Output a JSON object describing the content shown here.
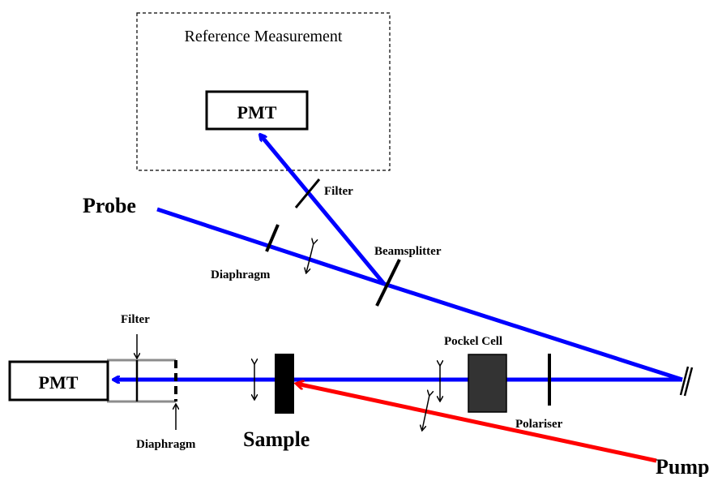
{
  "colors": {
    "probe_beam": "#0000ff",
    "pump_beam": "#ff0000",
    "pockel_cell_fill": "#333333",
    "tube": "#8c8c8c",
    "outline": "#000000"
  },
  "reference_box": {
    "title": "Reference Measurement",
    "detector_label": "PMT"
  },
  "labels": {
    "probe": "Probe",
    "pump": "Pump",
    "sample": "Sample",
    "beamsplitter": "Beamsplitter",
    "filter_reference": "Filter",
    "diaphragm_probe": "Diaphragm",
    "filter_detector": "Filter",
    "diaphragm_detector": "Diaphragm",
    "pockel_cell": "Pockel Cell",
    "polariser": "Polariser",
    "main_detector": "PMT"
  },
  "icons": [
    "mirror-icon",
    "double-arrow-icon",
    "arrowhead-icon"
  ]
}
